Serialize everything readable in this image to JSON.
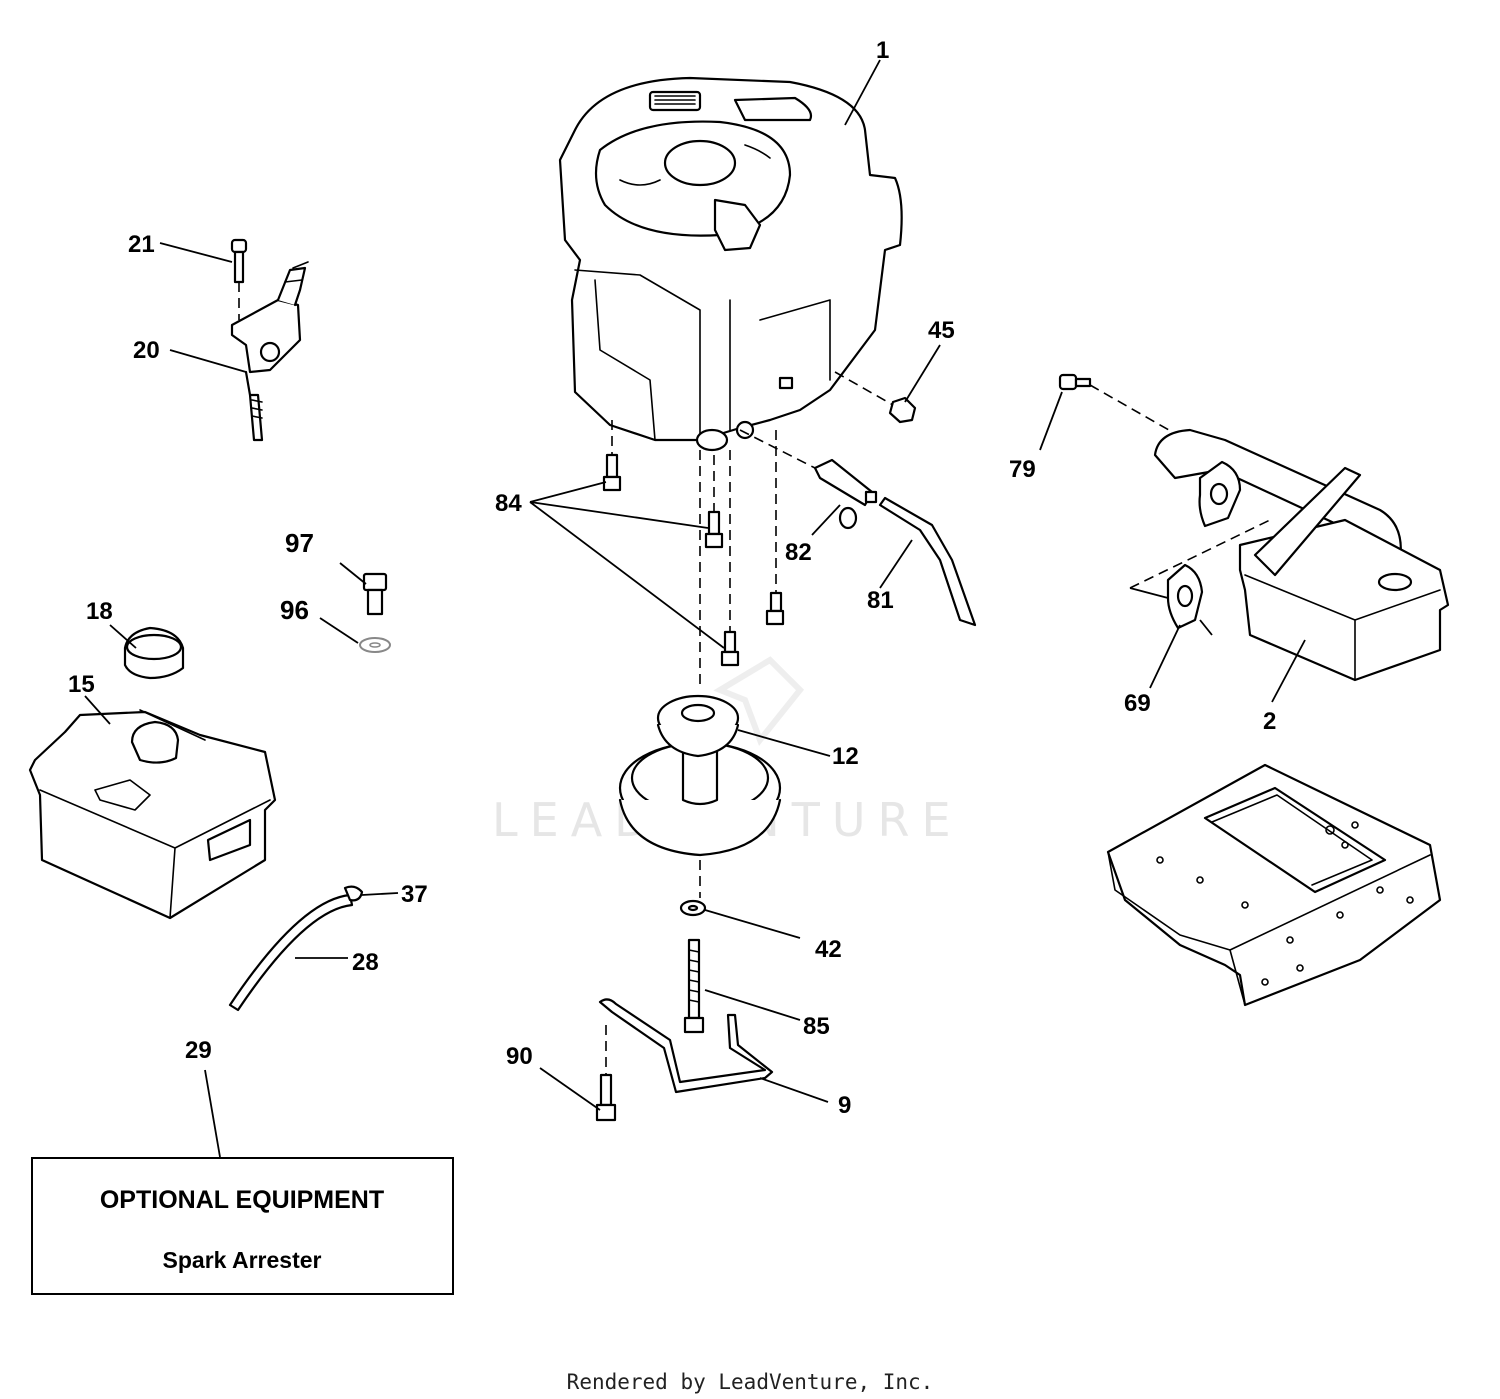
{
  "callouts": {
    "c1": "1",
    "c2": "2",
    "c9": "9",
    "c12": "12",
    "c15": "15",
    "c18": "18",
    "c20": "20",
    "c21": "21",
    "c28": "28",
    "c29": "29",
    "c37": "37",
    "c42": "42",
    "c45": "45",
    "c69": "69",
    "c79": "79",
    "c81": "81",
    "c82": "82",
    "c84": "84",
    "c85": "85",
    "c90": "90",
    "c96": "96",
    "c97": "97"
  },
  "optional_box": {
    "title": "OPTIONAL EQUIPMENT",
    "subtitle": "Spark Arrester"
  },
  "watermark": "LEADVENTURE",
  "footer": "Rendered by LeadVenture, Inc."
}
